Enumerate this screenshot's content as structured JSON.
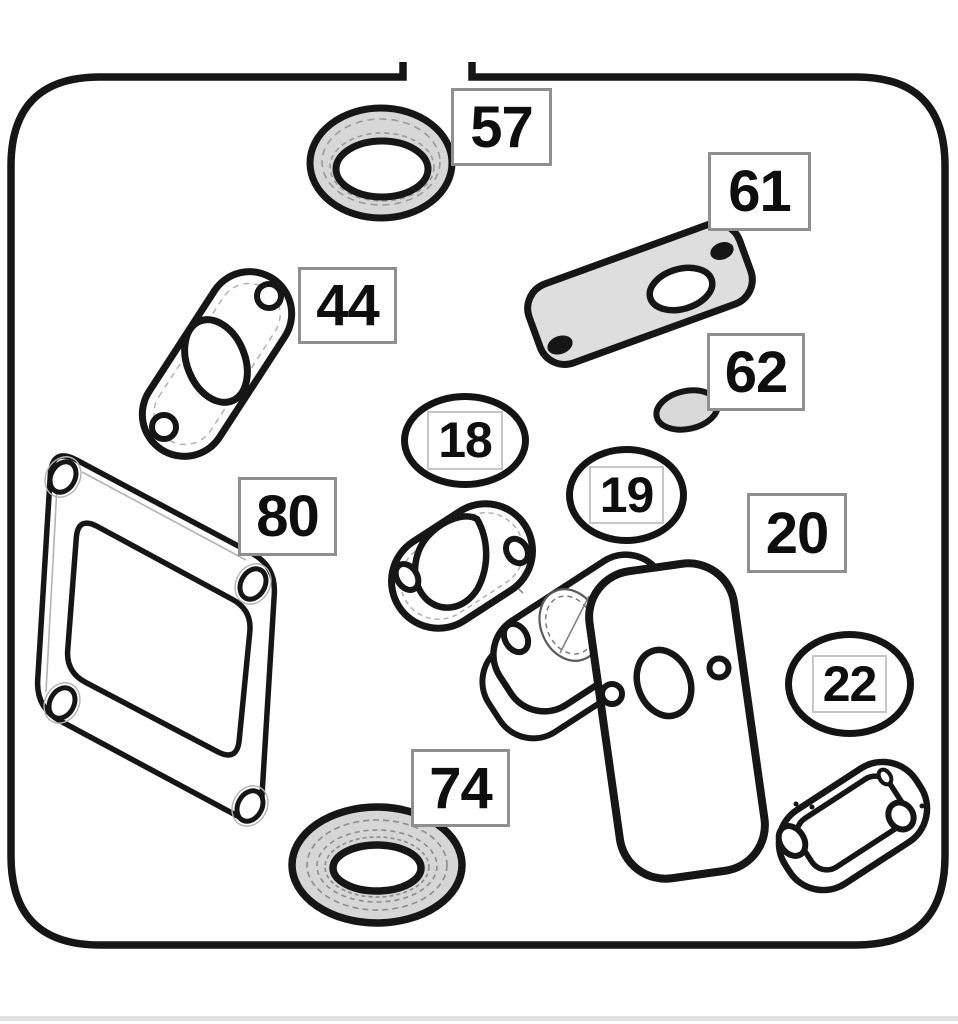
{
  "diagram": {
    "type": "exploded-parts-diagram",
    "description": "Engine gasket and seal kit exploded parts diagram with numbered callouts",
    "colors": {
      "background": "#ffffff",
      "line": "#161616",
      "shaded_part_fill": "#d9d9d9",
      "callout_box_border": "#8f8f8f",
      "callout_ellipse_border": "#141414",
      "callout_inner_border": "#c6c6c6"
    },
    "callouts": [
      {
        "number": "57",
        "shape": "box"
      },
      {
        "number": "61",
        "shape": "box"
      },
      {
        "number": "44",
        "shape": "box"
      },
      {
        "number": "62",
        "shape": "box"
      },
      {
        "number": "18",
        "shape": "ellipse"
      },
      {
        "number": "19",
        "shape": "ellipse"
      },
      {
        "number": "80",
        "shape": "box"
      },
      {
        "number": "20",
        "shape": "box"
      },
      {
        "number": "22",
        "shape": "ellipse"
      },
      {
        "number": "74",
        "shape": "box"
      }
    ],
    "parts": [
      {
        "callout": "57",
        "name": "oil-seal-ring",
        "shaded": true
      },
      {
        "callout": "61",
        "name": "cover-plate",
        "shaded": true
      },
      {
        "callout": "44",
        "name": "intake-flange-gasket",
        "shaded": false
      },
      {
        "callout": "62",
        "name": "oval-seal",
        "shaded": true
      },
      {
        "callout": "18",
        "name": "exhaust-flange-gasket",
        "shaded": false
      },
      {
        "callout": "19",
        "name": "muffler-spacer-plate",
        "shaded": false
      },
      {
        "callout": "80",
        "name": "cylinder-base-gasket",
        "shaded": false
      },
      {
        "callout": "20",
        "name": "air-box-gasket-panel",
        "shaded": false
      },
      {
        "callout": "22",
        "name": "carburetor-gasket",
        "shaded": false
      },
      {
        "callout": "74",
        "name": "crankshaft-oil-seal",
        "shaded": true
      }
    ]
  }
}
